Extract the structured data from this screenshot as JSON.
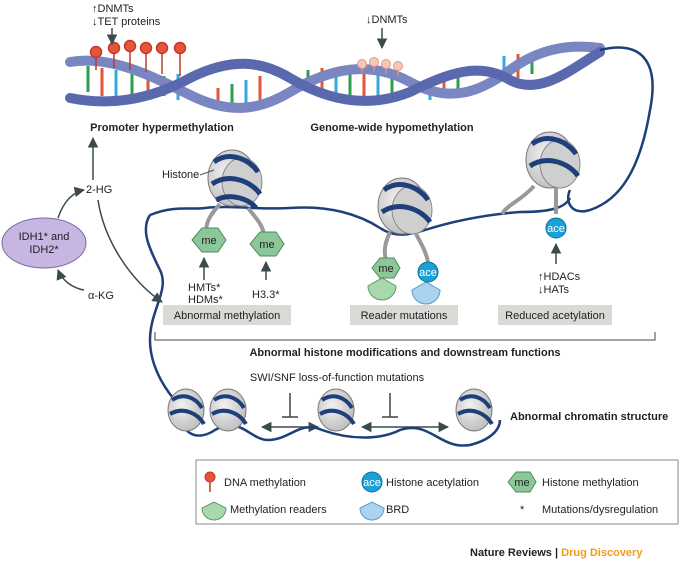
{
  "labels": {
    "dnmts_up": "↑DNMTs",
    "tet_down": "↓TET proteins",
    "dnmts_down": "↓DNMTs",
    "promoter": "Promoter hypermethylation",
    "genome": "Genome-wide hypomethylation",
    "histone": "Histone",
    "two_hg": "2-HG",
    "idh": "IDH1* and",
    "idh2": "IDH2*",
    "akg": "α-KG",
    "me": "me",
    "ace": "ace",
    "hmts": "HMTs*",
    "hdms": "HDMs*",
    "h33": "H3.3*",
    "hdacs": "↑HDACs",
    "hats": "↓HATs",
    "abn_meth": "Abnormal methylation",
    "reader_mut": "Reader mutations",
    "red_acet": "Reduced acetylation",
    "histone_mods": "Abnormal histone modifications and downstream functions",
    "swi": "SWI/SNF loss-of-function mutations",
    "chromatin": "Abnormal chromatin structure"
  },
  "legend": {
    "dna_meth": "DNA methylation",
    "hist_acet": "Histone acetylation",
    "hist_meth": "Histone methylation",
    "meth_readers": "Methylation readers",
    "brd": "BRD",
    "mut": "Mutations/dysregulation",
    "star": "*"
  },
  "footer": {
    "journal": "Nature Reviews",
    "sep": " | ",
    "section": "Drug Discovery"
  },
  "colors": {
    "strand": "#7a86c2",
    "dna_line": "#1f3f7a",
    "methyl": "#e5553a",
    "methyl_light": "#f6c7b2",
    "me_green": "#8cc79a",
    "ace_blue": "#1aa1d8",
    "reader": "#a8d8ad",
    "brd": "#a9d3ef",
    "idh": "#c7b6e2",
    "label_box": "#d9d9d6",
    "accent": "#f39c12"
  }
}
